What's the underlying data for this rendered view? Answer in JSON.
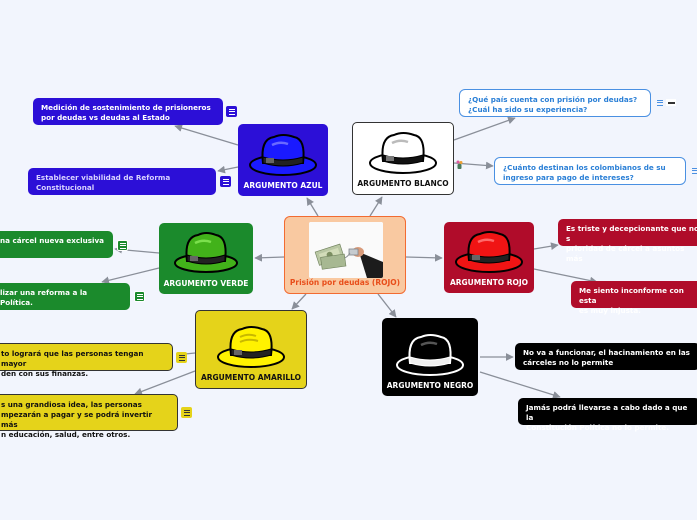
{
  "colors": {
    "background": "#f2f5fd",
    "center": "#f9c9a1",
    "center_text": "#e84e1b",
    "azul": "#2c0fd7",
    "blanco": "#ffffff",
    "verde": "#1b8a2c",
    "rojo": "#b00c2a",
    "amarillo": "#e5d31a",
    "negro": "#000000",
    "connector": "#8a8f99"
  },
  "center": {
    "title": "Prisión por deudas (ROJO)",
    "image": "money-handcuffs-photo"
  },
  "topics": {
    "azul": {
      "label": "ARGUMENTO AZUL",
      "icon": "blue-hat-icon",
      "children": [
        "Medición de sostenimiento de prisioneros por deudas vs deudas al Estado",
        "Establecer viabilidad de Reforma Constitucional"
      ]
    },
    "blanco": {
      "label": "ARGUMENTO BLANCO",
      "icon": "white-hat-icon",
      "children": [
        "¿Qué país cuenta con prisión por deudas? ¿Cuál ha sido su experiencia?",
        "¿Cuánto destinan los colombianos de su ingreso para pago de intereses?"
      ]
    },
    "verde": {
      "label": "ARGUMENTO VERDE",
      "icon": "green-hat-icon",
      "children": [
        "...na cárcel nueva exclusiva",
        "...lizar una reforma a la ... Política."
      ]
    },
    "rojo": {
      "label": "ARGUMENTO ROJO",
      "icon": "red-hat-icon",
      "children": [
        "Es triste y decepcionante que no ... prioridad de cárcel a asuntos más...",
        "Me siento inconforme con esta... es muy injusta."
      ]
    },
    "amarillo": {
      "label": "ARGUMENTO AMARILLO",
      "icon": "yellow-hat-icon",
      "children": [
        "...to logrará que las personas tengan mayor ...den con sus finanzas.",
        "...s una grandiosa idea, las personas ...mpezarán a pagar y se podrá invertir más ...n educación, salud, entre otros."
      ]
    },
    "negro": {
      "label": "ARGUMENTO NEGRO",
      "icon": "black-hat-icon",
      "children": [
        "No va a funcionar, el hacinamiento en las cárceles no lo permite",
        "Jamás podrá llevarse a cabo dado a que la Constitución Política no lo permite."
      ]
    }
  },
  "leaves": {
    "azul_1": "Medición de sostenimiento de prisioneros por deudas vs deudas al Estado",
    "azul_2": "Establecer viabilidad de Reforma Constitucional",
    "blanco_1": "¿Qué país cuenta con prisión por deudas? ¿Cuál ha sido su experiencia?",
    "blanco_2": "¿Cuánto destinan los colombianos de su ingreso para pago de intereses?",
    "verde_1": "na cárcel nueva exclusiva",
    "verde_2": "lizar una reforma a la Política.",
    "rojo_1": "Es triste y decepcionante que no se da prioridad de cárcel a asuntos más",
    "rojo_2": "Me siento inconforme con esta es muy injusta.",
    "amarillo_1": "to logrará que las personas tengan mayor den con sus finanzas.",
    "amarillo_2": "s una grandiosa idea, las personas mpezarán a pagar y se podrá invertir más n educación, salud, entre otros.",
    "negro_1": "No va a funcionar, el hacinamiento en las cárceles no lo permite",
    "negro_2": "Jamás podrá llevarse a cabo dado a que la Constitución Política no lo permite."
  },
  "leaf_lines": {
    "azul_1": [
      "Medición de sostenimiento de prisioneros",
      "por deudas vs deudas al Estado"
    ],
    "azul_2": [
      "Establecer viabilidad de Reforma",
      "Constitucional"
    ],
    "blanco_1": [
      "¿Qué país cuenta con prisión por deudas?",
      "¿Cuál ha sido su experiencia?"
    ],
    "blanco_2": [
      "¿Cuánto destinan los colombianos de su",
      "ingreso para pago de intereses?"
    ],
    "verde_1": [
      "na cárcel nueva exclusiva",
      ""
    ],
    "verde_2": [
      "lizar una reforma a la",
      "Política."
    ],
    "rojo_1": [
      "Es triste y decepcionante que no s",
      "prioridad de cárcel a asuntos más"
    ],
    "rojo_2": [
      "Me siento inconforme con esta",
      "es muy injusta."
    ],
    "amarillo_1": [
      "to logrará que las personas tengan mayor",
      "den con sus finanzas."
    ],
    "amarillo_2": [
      "s una grandiosa idea, las personas",
      "mpezarán a pagar y se podrá invertir más",
      "n educación, salud, entre otros."
    ],
    "negro_1": [
      "No va a funcionar, el hacinamiento en las",
      "cárceles no lo permite"
    ],
    "negro_2": [
      "Jamás podrá llevarse a cabo dado a que la",
      "Constitución Política no lo permite."
    ]
  },
  "icons": {
    "note": "note-lines-icon",
    "more": "more-options-icon",
    "sticker": "sticker-icon"
  }
}
